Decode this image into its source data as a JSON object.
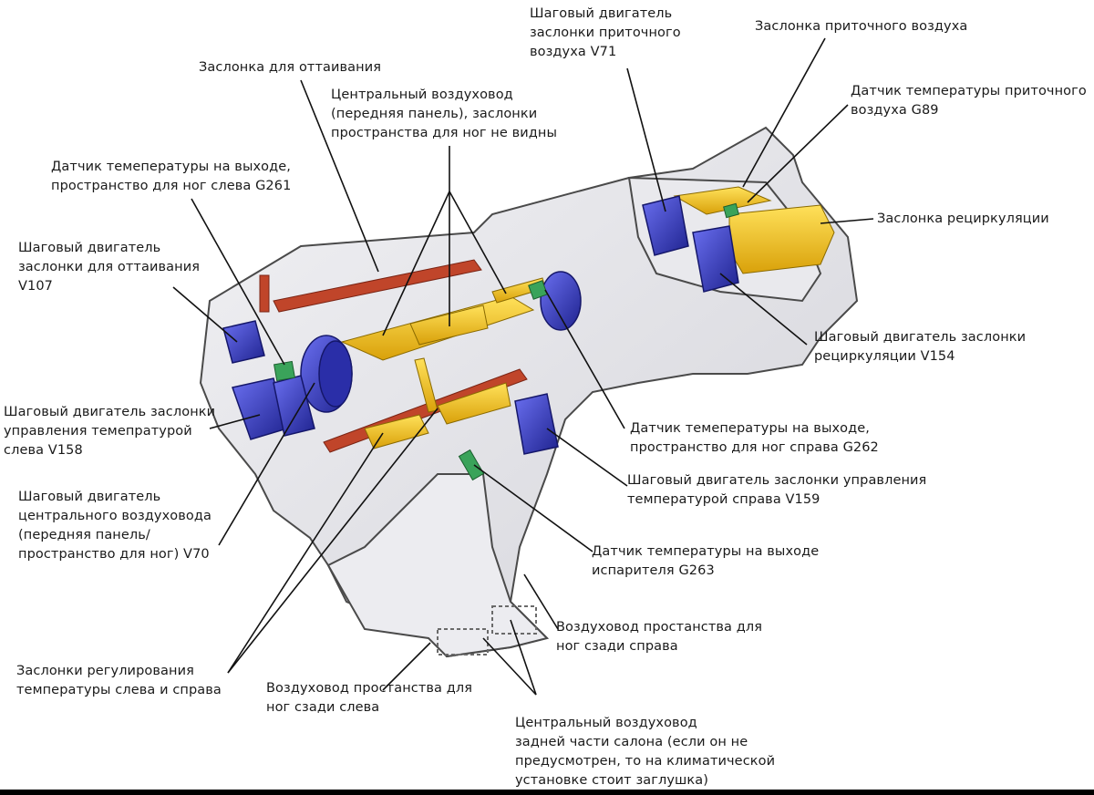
{
  "labels": {
    "defrost_flap": "Заслонка для оттаивания",
    "central_duct_front": "Центральный воздуховод\n(передняя панель), заслонки\nпространства для ног не видны",
    "stepper_fresh_air_v71": "Шаговый двигатель\nзаслонки приточного\nвоздуха V71",
    "fresh_air_flap": "Заслонка приточного воздуха",
    "fresh_air_temp_sensor_g89": "Датчик температуры приточного\nвоздуха G89",
    "recirc_flap": "Заслонка рециркуляции",
    "footwell_left_sensor_g261": "Датчик темепературы на выходе,\nпространство для ног слева G261",
    "stepper_defrost_v107": "Шаговый двигатель\nзаслонки для оттаивания\nV107",
    "stepper_recirc_v154": "Шаговый двигатель заслонки\nрециркуляции V154",
    "stepper_temp_left_v158": "Шаговый двигатель заслонки\nуправления темепратурой\nслева V158",
    "footwell_right_sensor_g262": "Датчик темепературы на выходе,\nпространство для ног справа G262",
    "stepper_central_v70": "Шаговый двигатель\nцентрального воздуховода\n(передняя панель/\nпространство для ног) V70",
    "stepper_temp_right_v159": "Шаговый двигатель заслонки управления\nтемпературой справа V159",
    "evaporator_sensor_g263": "Датчик температуры на выходе\nиспарителя G263",
    "rear_footwell_right_duct": "Воздуховод простанства для\nног сзади справа",
    "temp_flaps_lr": "Заслонки регулирования\nтемпературы слева и справа",
    "rear_footwell_left_duct": "Воздуховод простанства для\nног сзади слева",
    "rear_central_duct": "Центральный воздуховод\nзадней части салона (если он не\nпредусмотрен, то на климатической\nустановке стоит заглушка)"
  },
  "colors": {
    "housing": "#e6e6ea",
    "housing_outline": "#4a4a4a",
    "flap_yellow": "#f2c21c",
    "motor_blue": "#3b3fc4",
    "sensor_green": "#3aa35a",
    "duct_red": "#c0452a",
    "leader_line": "#111111"
  }
}
